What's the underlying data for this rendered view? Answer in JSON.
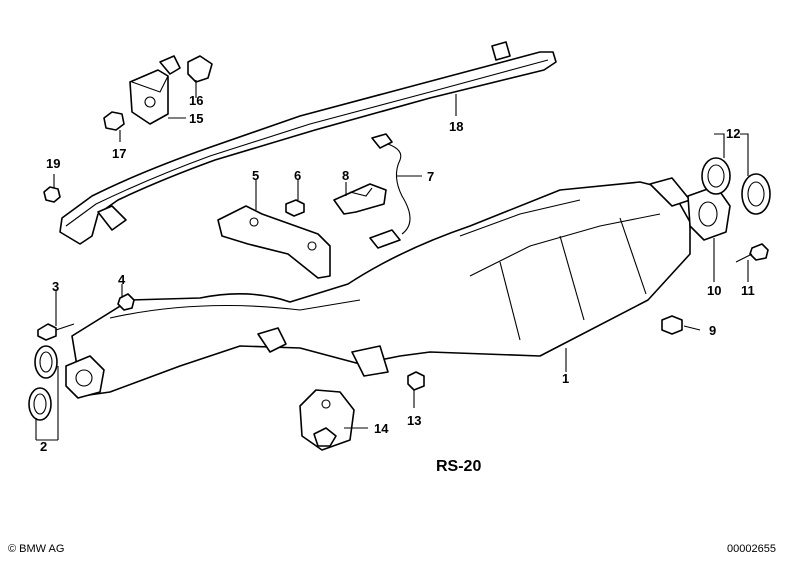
{
  "diagram": {
    "drawing_code": "RS-20",
    "copyright": "© BMW AG",
    "image_number": "00002655",
    "part_numbers": [
      "1",
      "2",
      "3",
      "4",
      "5",
      "6",
      "7",
      "8",
      "9",
      "10",
      "11",
      "12",
      "13",
      "14",
      "15",
      "16",
      "17",
      "18",
      "19"
    ]
  }
}
